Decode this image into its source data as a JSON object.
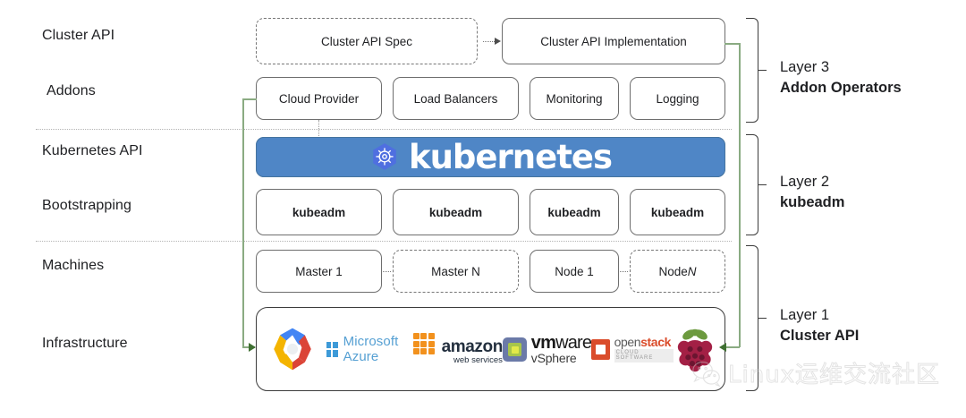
{
  "diagram": {
    "title": "Kubernetes Cluster API layered architecture",
    "accent_green": "#8aab82",
    "arrow_green": "#3f7032",
    "kubernetes_blue": "#4f86c6",
    "box_border": "#6e6e6e"
  },
  "row_labels": [
    {
      "id": "cluster-api",
      "label": "Cluster API"
    },
    {
      "id": "addons",
      "label": "Addons"
    },
    {
      "id": "kubernetes-api",
      "label": "Kubernetes API"
    },
    {
      "id": "bootstrapping",
      "label": "Bootstrapping"
    },
    {
      "id": "machines",
      "label": "Machines"
    },
    {
      "id": "infrastructure",
      "label": "Infrastructure"
    }
  ],
  "cluster_api_row": {
    "spec": "Cluster API Spec",
    "implementation": "Cluster API Implementation"
  },
  "addons_row": [
    {
      "label": "Cloud Provider"
    },
    {
      "label": "Load Balancers"
    },
    {
      "label": "Monitoring"
    },
    {
      "label": "Logging"
    }
  ],
  "kubernetes_banner": {
    "wordmark": "kubernetes",
    "logo_icon": "kubernetes-helm-wheel-icon"
  },
  "bootstrapping_row": [
    {
      "label": "kubeadm"
    },
    {
      "label": "kubeadm"
    },
    {
      "label": "kubeadm"
    },
    {
      "label": "kubeadm"
    }
  ],
  "machines_row": [
    {
      "label": "Master 1",
      "dashed": false
    },
    {
      "label": "Master N",
      "dashed": true
    },
    {
      "label": "Node 1",
      "dashed": false
    },
    {
      "label_prefix": "Node ",
      "label_italic": "N",
      "dashed": true
    }
  ],
  "infrastructure_row": {
    "providers": [
      {
        "name": "google-cloud-platform",
        "label": ""
      },
      {
        "name": "microsoft-azure",
        "label": "Microsoft Azure"
      },
      {
        "name": "amazon-web-services",
        "label": "amazon",
        "sublabel": "web services"
      },
      {
        "name": "vmware-vsphere",
        "label": "vmware",
        "sublabel": "vSphere"
      },
      {
        "name": "openstack",
        "label": "open",
        "label2": "stack",
        "sublabel": "CLOUD SOFTWARE"
      },
      {
        "name": "raspberry-pi",
        "label": ""
      }
    ]
  },
  "layers": [
    {
      "id": "layer-3",
      "line1": "Layer 3",
      "line2": "Addon Operators"
    },
    {
      "id": "layer-2",
      "line1": "Layer 2",
      "line2": "kubeadm"
    },
    {
      "id": "layer-1",
      "line1": "Layer 1",
      "line2": "Cluster API"
    }
  ],
  "watermark": {
    "text": "Linux运维交流社区",
    "icon": "wechat-icon"
  }
}
